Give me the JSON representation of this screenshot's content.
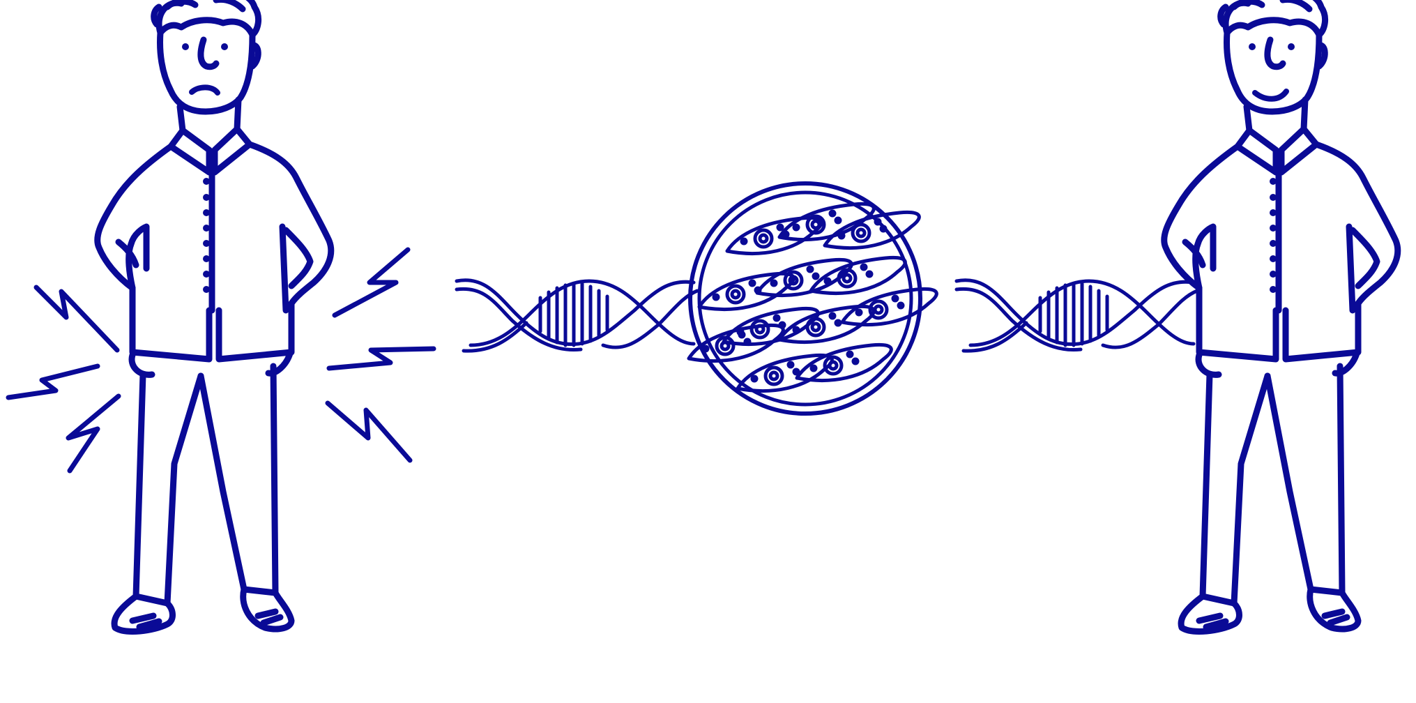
{
  "illustration": {
    "ink_color": "#0a0a96",
    "background_color": "#ffffff",
    "figures": [
      {
        "id": "person-in-pain",
        "expression": "frown",
        "pain_marks": true
      },
      {
        "id": "person-healed",
        "expression": "smile",
        "pain_marks": false
      }
    ],
    "icons": [
      "dna-helix-icon",
      "cell-culture-dish-icon",
      "dna-helix-icon"
    ]
  }
}
